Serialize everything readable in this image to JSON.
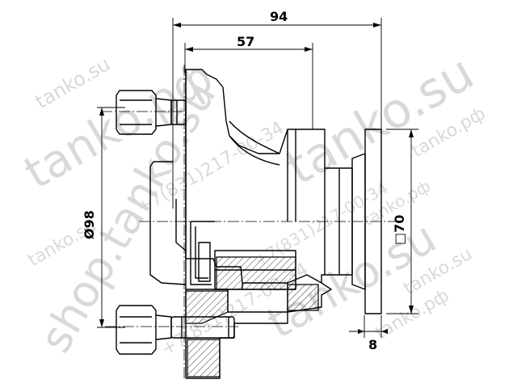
{
  "dimensions": {
    "overall_length": "94",
    "inner_length": "57",
    "diameter": "Ø98",
    "square_flange": "□70",
    "flange_thickness": "8"
  },
  "watermarks": {
    "brand_su": "tanko.su",
    "brand_rf": "tanko.рф",
    "shop": "shop.tanko.su",
    "phone": "+7(831)217-00-34"
  },
  "colors": {
    "line": "#000000",
    "watermark": "#d9d9d9"
  }
}
